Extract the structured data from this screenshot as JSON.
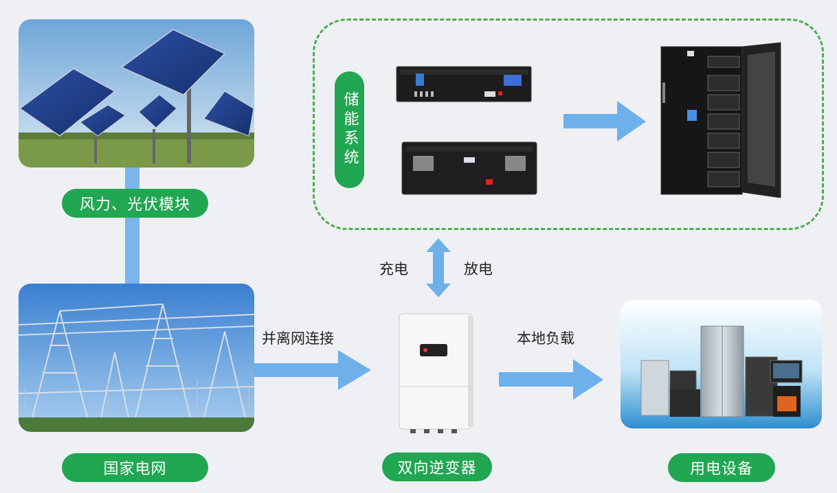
{
  "modules": {
    "renewable": "风力、光伏模块",
    "grid": "国家电网",
    "inverter": "双向逆变器",
    "devices": "用电设备",
    "storage": "储能系统"
  },
  "edges": {
    "grid_connect": "并离网连接",
    "local_load": "本地负载",
    "charge": "充电",
    "discharge": "放电"
  },
  "colors": {
    "accent_green": "#21a651",
    "arrow_blue": "#6eb0ea",
    "background": "#eef0f4"
  }
}
